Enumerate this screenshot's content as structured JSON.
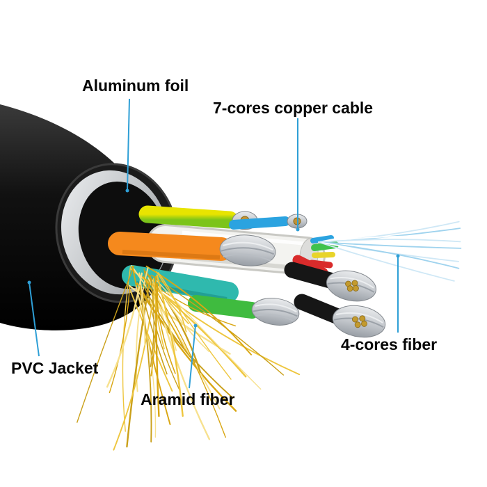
{
  "labels": {
    "aluminum_foil": "Aluminum foil",
    "copper_cable": "7-cores copper cable",
    "pvc_jacket": "PVC Jacket",
    "aramid_fiber": "Aramid fiber",
    "four_cores_fiber": "4-cores fiber"
  },
  "colors": {
    "background": "#ffffff",
    "leader-line": "#2e9fd6",
    "jacket": "#0f0f0f",
    "aluminum-foil": "#c3c6c9",
    "orange-wire": "#f5891d",
    "cyan-wire": "#2fb9ae",
    "green-wire": "#3fbb3f",
    "yellow-green-wire": "#cfd400",
    "blue-wire": "#2ba3e0",
    "white-cable": "#f3f3f0",
    "red-wire": "#d92b2b",
    "aramid": "#e9c235",
    "optical-fiber": "#cfe8f6",
    "silver": "#c9cdd2",
    "copper": "#c09135"
  }
}
